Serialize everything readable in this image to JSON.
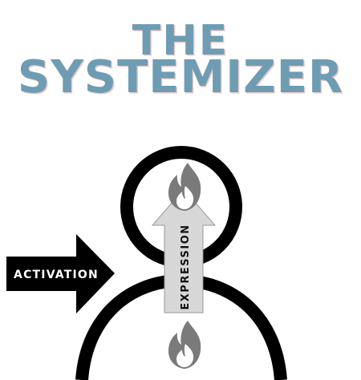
{
  "title": {
    "line1": "THE",
    "line2": "SYSTEMIZER"
  },
  "diagram": {
    "input_label": "ACTIVATION",
    "output_label": "EXPRESSION",
    "colors": {
      "title": "#6e9db3",
      "title_shadow": "#e9c8c8",
      "figure_stroke": "#000000",
      "flame": "#7a7a7a",
      "up_arrow": "#d7d7d7",
      "input_arrow": "#000000"
    },
    "icons": [
      "flame-icon",
      "flame-icon"
    ]
  }
}
